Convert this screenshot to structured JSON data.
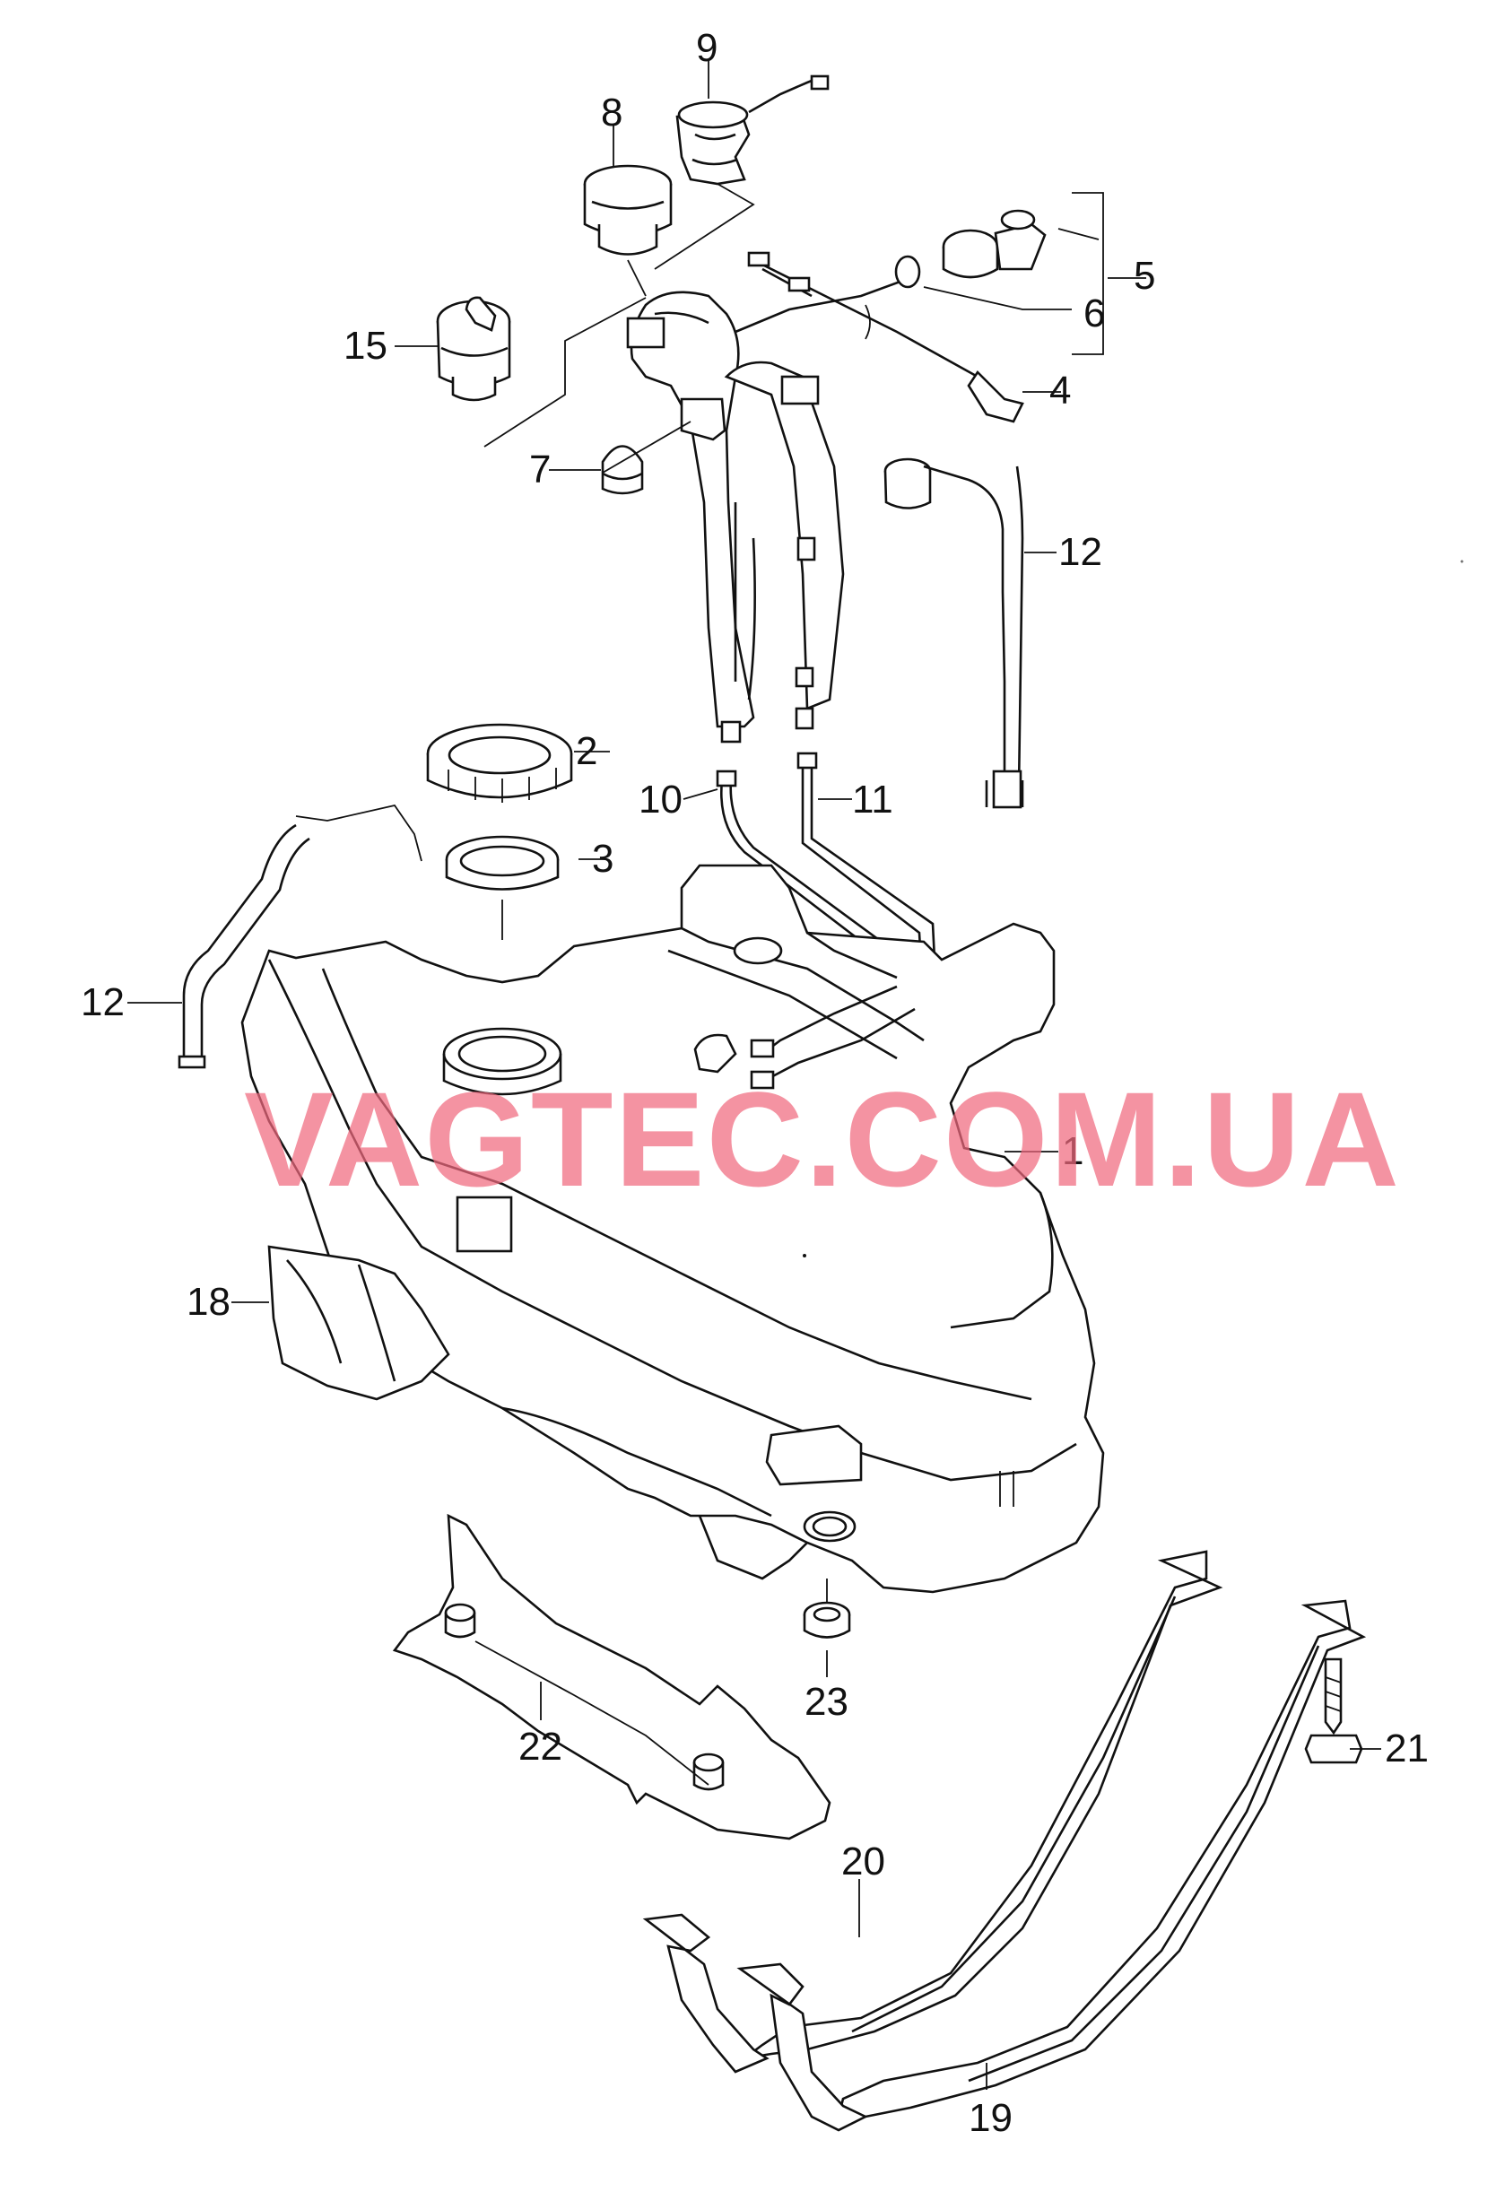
{
  "watermark": "VAGTEC.COM.UA",
  "labels": {
    "p1": "1",
    "p2": "2",
    "p3": "3",
    "p4": "4",
    "p5": "5",
    "p6": "6",
    "p7": "7",
    "p8": "8",
    "p9": "9",
    "p10": "10",
    "p11": "11",
    "p12a": "12",
    "p12b": "12",
    "p15": "15",
    "p18": "18",
    "p19": "19",
    "p20": "20",
    "p21": "21",
    "p22": "22",
    "p23": "23"
  },
  "colors": {
    "ink": "#111111",
    "watermark": "#f06a7e",
    "background": "#ffffff"
  }
}
